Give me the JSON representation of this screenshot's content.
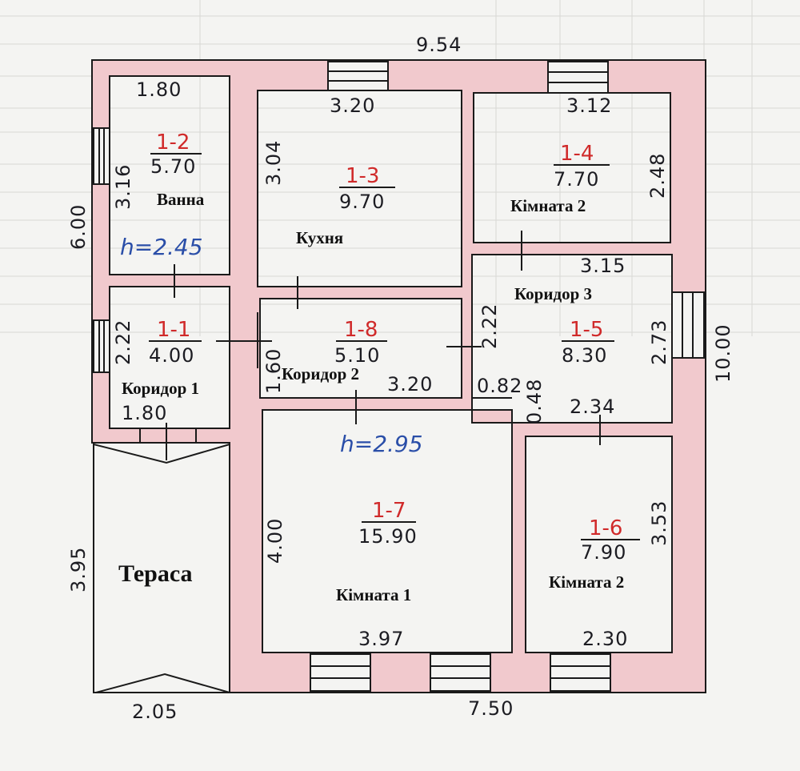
{
  "colors": {
    "wall": "#f1c9cd",
    "line": "#1a1a1a",
    "paper": "#f4f4f2",
    "area_red": "#d02a2a",
    "height_blue": "#2a4ea8"
  },
  "dimensions": {
    "top_total": "9.54",
    "right_total": "10.00",
    "left_upper": "6.00",
    "left_lower": "3.95",
    "bottom_left": "2.05",
    "bottom_main": "7.50"
  },
  "heights": {
    "h1": "h=2.45",
    "h2": "h=2.95"
  },
  "rooms": {
    "r12": {
      "number": "1-2",
      "area": "5.70",
      "name": "Ванна",
      "width": "1.80",
      "height": "3.16"
    },
    "r13": {
      "number": "1-3",
      "area": "9.70",
      "name": "Кухня",
      "width": "3.20",
      "height": "3.04"
    },
    "r14": {
      "number": "1-4",
      "area": "7.70",
      "name": "Кімната 2",
      "width": "3.12",
      "height": "2.48"
    },
    "r11": {
      "number": "1-1",
      "area": "4.00",
      "name": "Коридор 1",
      "width": "1.80",
      "height": "2.22"
    },
    "r18": {
      "number": "1-8",
      "area": "5.10",
      "name": "Коридор 2",
      "width": "3.20",
      "height": "1.60"
    },
    "r15": {
      "number": "1-5",
      "area": "8.30",
      "name": "Коридор 3",
      "width": "3.15",
      "height": "2.73",
      "side": "2.22"
    },
    "r17": {
      "number": "1-7",
      "area": "15.90",
      "name": "Кімната 1",
      "width": "3.97",
      "height": "4.00"
    },
    "r16": {
      "number": "1-6",
      "area": "7.90",
      "name": "Кімната 2",
      "width": "2.30",
      "height": "3.53",
      "top_width": "2.34"
    },
    "terrace": {
      "name": "Тераса"
    }
  },
  "small_dims": {
    "d082": "0.82",
    "d048": "0.48"
  }
}
